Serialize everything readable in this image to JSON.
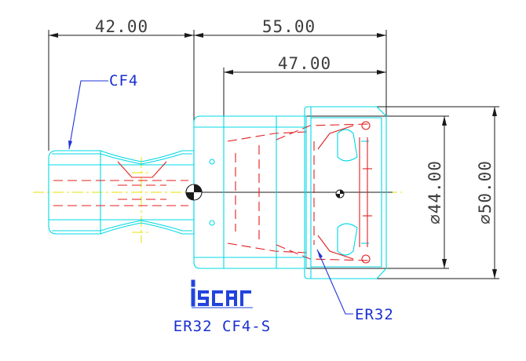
{
  "dimensions": {
    "len_left": "42.00",
    "len_right": "55.00",
    "len_inner": "47.00",
    "dia_inner": "⌀44.00",
    "dia_outer": "⌀50.00"
  },
  "labels": {
    "shank": "CF4",
    "collet": "ER32",
    "part_number": "ER32 CF4-S"
  },
  "logo": {
    "text": "iscar",
    "color": "#2244dd"
  },
  "colors": {
    "outline": "#00d8e6",
    "hidden": "#e41e1e",
    "dimension": "#1a1a1a",
    "centerline": "#e6e600",
    "leader": "#2233d8"
  }
}
